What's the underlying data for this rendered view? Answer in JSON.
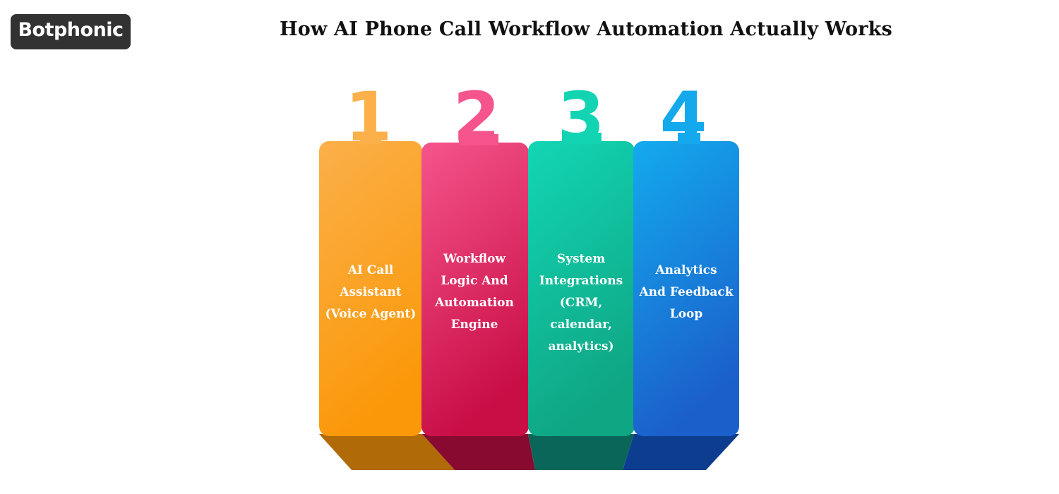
{
  "brand": {
    "logo_text": "Botphonic"
  },
  "title": "How AI Phone Call Workflow Automation Actually Works",
  "steps": [
    {
      "number": "1",
      "lines": [
        "AI Call",
        "Assistant",
        "(Voice Agent)"
      ],
      "color_top": "#fbb04a",
      "color_bottom": "#fa9a0c",
      "color_base": "#b7690b"
    },
    {
      "number": "2",
      "lines": [
        "Workflow",
        "Logic And",
        "Automation",
        "Engine"
      ],
      "color_top": "#f5558c",
      "color_bottom": "#cc1149",
      "color_base": "#8a0a30"
    },
    {
      "number": "3",
      "lines": [
        "System",
        "Integrations",
        "(CRM, calendar,",
        "analytics)"
      ],
      "color_top": "#12d4b2",
      "color_bottom": "#0fa987",
      "color_base": "#0a6a5a"
    },
    {
      "number": "4",
      "lines": [
        "Analytics",
        "And Feedback",
        "Loop"
      ],
      "color_top": "#14a9ec",
      "color_bottom": "#1a62cc",
      "color_base": "#0c3e90"
    }
  ]
}
